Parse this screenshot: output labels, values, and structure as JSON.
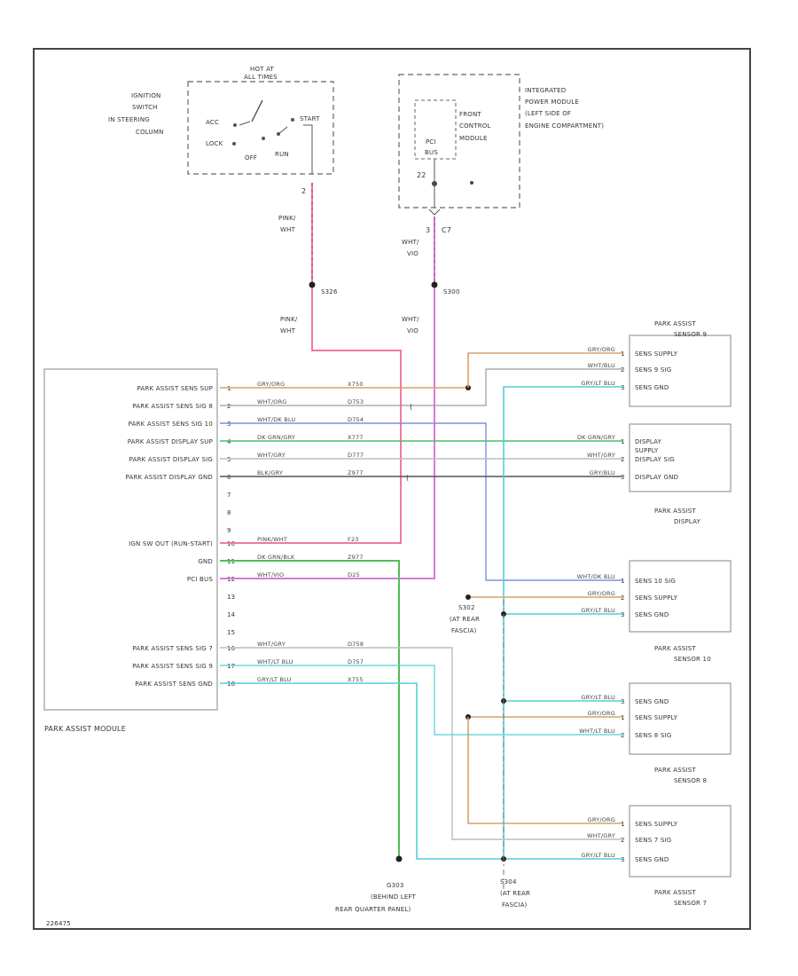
{
  "ignition": {
    "hot_at": [
      "HOT AT",
      "ALL TIMES"
    ],
    "label": [
      "IGNITION",
      "SWITCH",
      "IN STEERING",
      "COLUMN"
    ],
    "positions": {
      "acc": "ACC",
      "lock": "LOCK",
      "off": "OFF",
      "run": "RUN",
      "start": "START"
    },
    "pin": "2"
  },
  "ipm": {
    "label": [
      "INTEGRATED",
      "POWER MODULE",
      "(LEFT SIDE OF",
      "ENGINE COMPARTMENT)"
    ],
    "fcm_label": [
      "FRONT",
      "CONTROL",
      "MODULE"
    ],
    "pci_bus": [
      "PCI",
      "BUS"
    ],
    "pin_left": "22",
    "connector": "C7",
    "pin_num": "3"
  },
  "wires_top": {
    "left_color": [
      "PINK/",
      "WHT"
    ],
    "right_color": [
      "WHT/",
      "VIO"
    ],
    "left_splice": "S326",
    "right_splice": "S300",
    "left_color2": [
      "PINK/",
      "WHT"
    ],
    "right_color2": [
      "WHT/",
      "VIO"
    ]
  },
  "module": {
    "name": "PARK ASSIST MODULE",
    "pins": [
      {
        "label": "PARK ASSIST SENS SUP",
        "pin": "1",
        "color": "GRY/ORG",
        "circuit": "X750"
      },
      {
        "label": "PARK ASSIST SENS SIG 8",
        "pin": "2",
        "color": "WHT/ORG",
        "circuit": "D753"
      },
      {
        "label": "PARK ASSIST SENS SIG 10",
        "pin": "3",
        "color": "WHT/DK BLU",
        "circuit": "D754"
      },
      {
        "label": "PARK ASSIST DISPLAY SUP",
        "pin": "4",
        "color": "DK GRN/GRY",
        "circuit": "X777"
      },
      {
        "label": "PARK ASSIST DISPLAY SIG",
        "pin": "5",
        "color": "WHT/GRY",
        "circuit": "D777"
      },
      {
        "label": "PARK ASSIST DISPLAY GND",
        "pin": "6",
        "color": "BLK/GRY",
        "circuit": "Z977"
      },
      {
        "label": "",
        "pin": "7",
        "color": "",
        "circuit": ""
      },
      {
        "label": "",
        "pin": "8",
        "color": "",
        "circuit": ""
      },
      {
        "label": "",
        "pin": "9",
        "color": "",
        "circuit": ""
      },
      {
        "label": "IGN SW OUT (RUN-START)",
        "pin": "10",
        "color": "PINK/WHT",
        "circuit": "F23"
      },
      {
        "label": "GND",
        "pin": "11",
        "color": "DK GRN/BLK",
        "circuit": "Z977"
      },
      {
        "label": "PCI BUS",
        "pin": "12",
        "color": "WHT/VIO",
        "circuit": "D25"
      },
      {
        "label": "",
        "pin": "13",
        "color": "",
        "circuit": ""
      },
      {
        "label": "",
        "pin": "14",
        "color": "",
        "circuit": ""
      },
      {
        "label": "",
        "pin": "15",
        "color": "",
        "circuit": ""
      },
      {
        "label": "PARK ASSIST SENS SIG 7",
        "pin": "16",
        "color": "WHT/GRY",
        "circuit": "D758"
      },
      {
        "label": "PARK ASSIST SENS SIG 9",
        "pin": "17",
        "color": "WHT/LT BLU",
        "circuit": "D757"
      },
      {
        "label": "PARK ASSIST SENS GND",
        "pin": "18",
        "color": "GRY/LT BLU",
        "circuit": "X755"
      }
    ]
  },
  "sensor9": {
    "title": [
      "PARK ASSIST",
      "SENSOR 9"
    ],
    "pins": [
      {
        "color": "GRY/ORG",
        "pin": "1",
        "label": "SENS SUPPLY"
      },
      {
        "color": "WHT/BLU",
        "pin": "2",
        "label": "SENS 9 SIG"
      },
      {
        "color": "GRY/LT BLU",
        "pin": "3",
        "label": "SENS GND"
      }
    ]
  },
  "display": {
    "title": [
      "PARK ASSIST",
      "DISPLAY"
    ],
    "pins": [
      {
        "color": "DK GRN/GRY",
        "pin": "1",
        "label": "DISPLAY"
      },
      {
        "color": "",
        "pin": "",
        "label": "SUPPLY"
      },
      {
        "color": "WHT/GRY",
        "pin": "2",
        "label": "DISPLAY SIG"
      },
      {
        "color": "GRY/BLU",
        "pin": "3",
        "label": "DISPLAY GND"
      }
    ]
  },
  "sensor10": {
    "title": [
      "PARK ASSIST",
      "SENSOR 10"
    ],
    "pins": [
      {
        "color": "WHT/DK BLU",
        "pin": "1",
        "label": "SENS 10 SIG"
      },
      {
        "color": "GRY/ORG",
        "pin": "2",
        "label": "SENS SUPPLY"
      },
      {
        "color": "GRY/LT BLU",
        "pin": "3",
        "label": "SENS GND"
      }
    ]
  },
  "sensor8": {
    "title": [
      "PARK ASSIST",
      "SENSOR 8"
    ],
    "pins": [
      {
        "color": "GRY/LT BLU",
        "pin": "3",
        "label": "SENS GND"
      },
      {
        "color": "GRY/ORG",
        "pin": "1",
        "label": "SENS SUPPLY"
      },
      {
        "color": "WHT/LT BLU",
        "pin": "2",
        "label": "SENS 8 SIG"
      }
    ]
  },
  "sensor7": {
    "title": [
      "PARK ASSIST",
      "SENSOR 7"
    ],
    "pins": [
      {
        "color": "GRY/ORG",
        "pin": "1",
        "label": "SENS SUPPLY"
      },
      {
        "color": "WHT/GRY",
        "pin": "2",
        "label": "SENS 7 SIG"
      },
      {
        "color": "GRY/LT BLU",
        "pin": "3",
        "label": "SENS GND"
      }
    ]
  },
  "splices": {
    "s302": [
      "S302",
      "(AT REAR",
      "FASCIA)"
    ],
    "s304": [
      "S304",
      "(AT REAR",
      "FASCIA)"
    ],
    "g303": [
      "G303",
      "(BEHIND LEFT",
      "REAR QUARTER PANEL)"
    ]
  },
  "footer_code": "226475",
  "colors": {
    "pink": "#f07a9a",
    "violet": "#d77ad6",
    "orange": "#d9a06a",
    "green": "#4fbf5a",
    "cyan": "#4fd0d8",
    "blue": "#7f8fd8",
    "gray": "#bdbdbd",
    "dark": "#555555"
  }
}
